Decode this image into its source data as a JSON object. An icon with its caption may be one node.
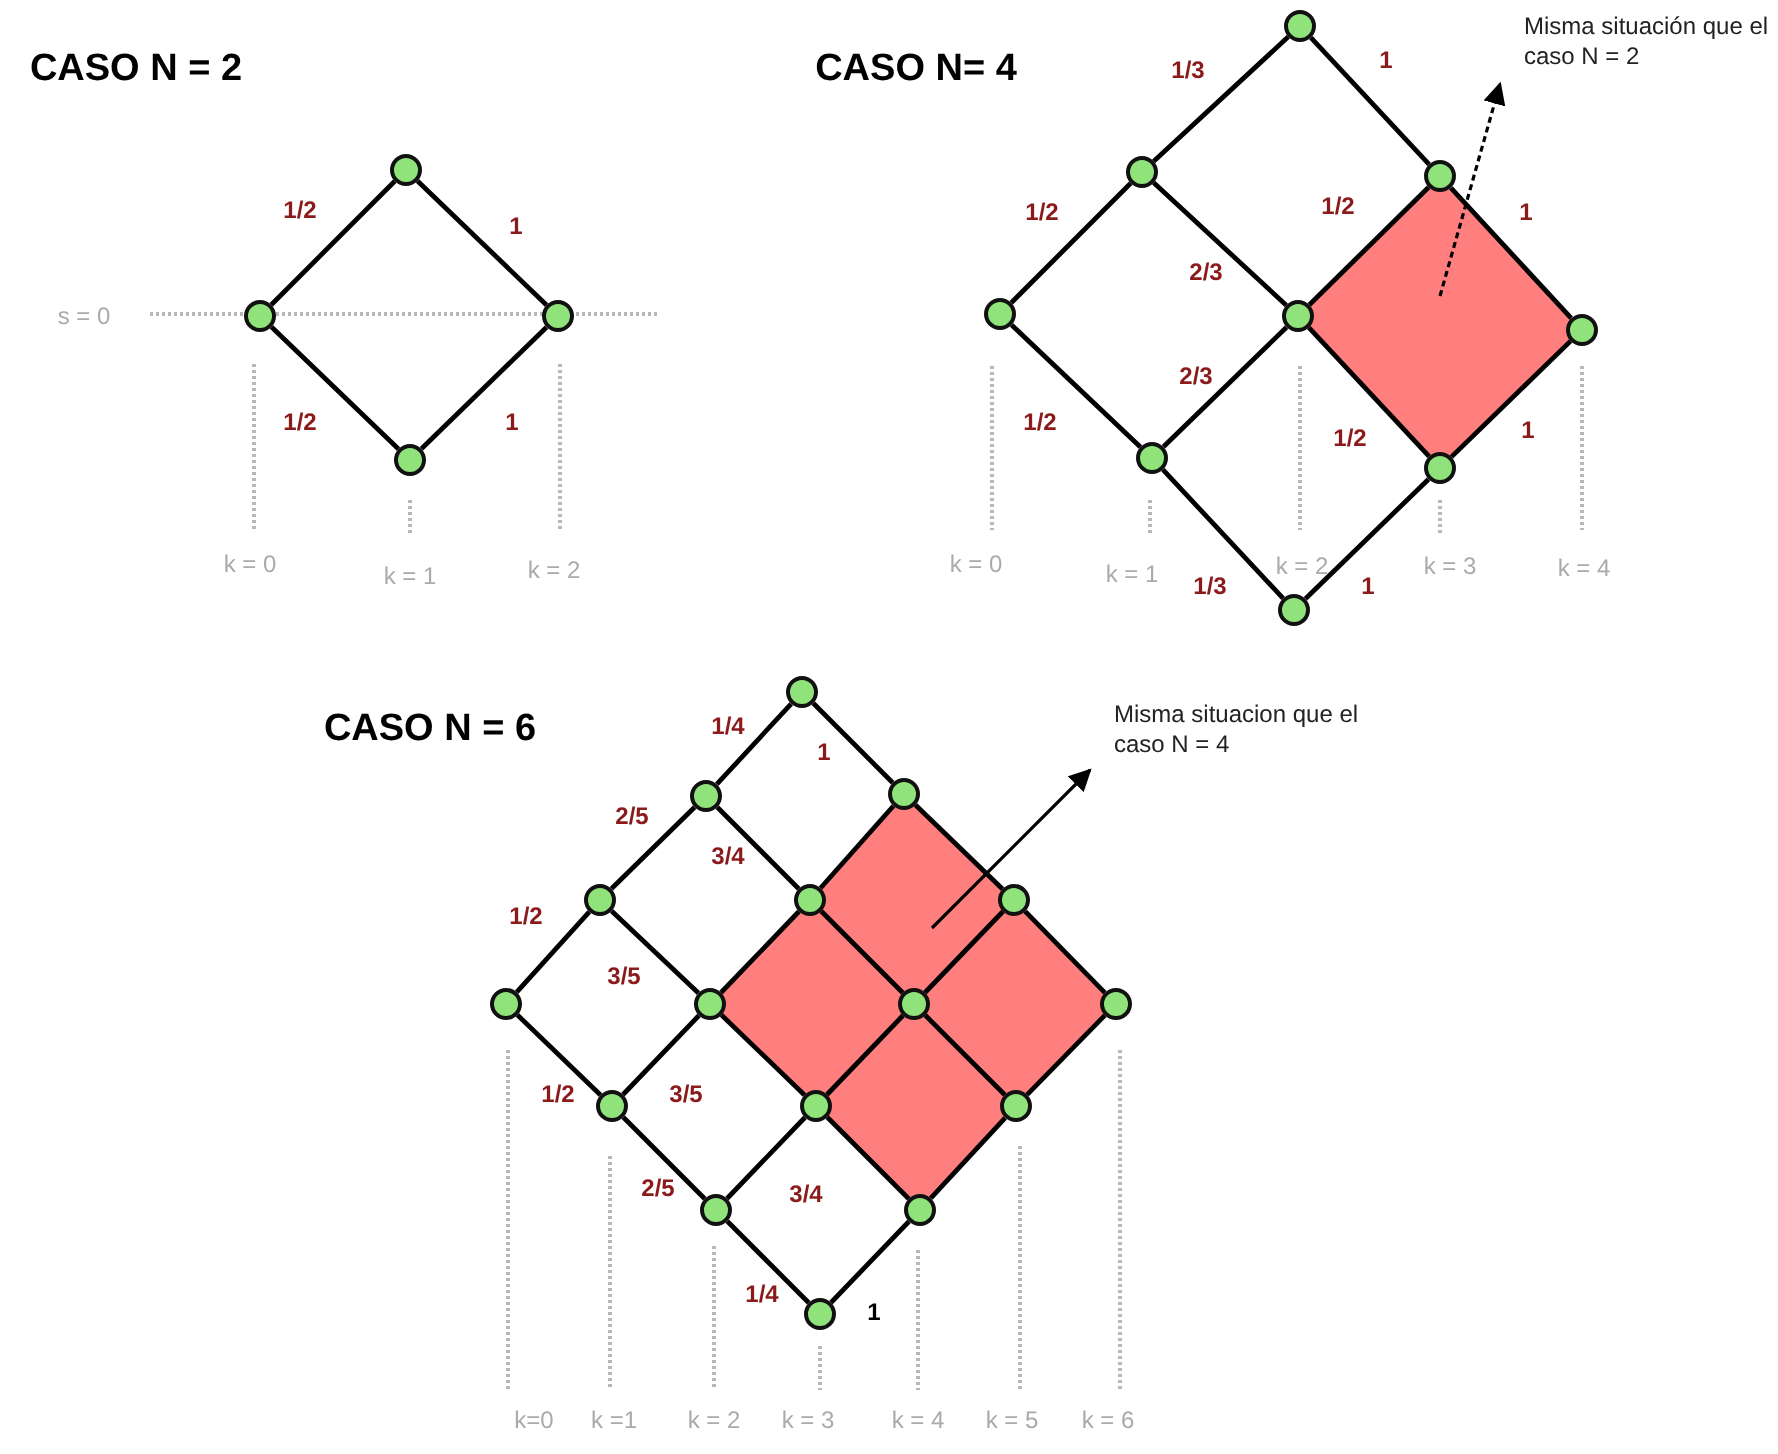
{
  "diagram": {
    "nodes": [
      {
        "text": [],
        "shape": "circle"
      },
      {
        "text": [],
        "shape": "circle"
      },
      {
        "text": [],
        "shape": "circle"
      },
      {
        "text": [],
        "shape": "circle"
      },
      {
        "text": [],
        "shape": "circle"
      },
      {
        "text": [],
        "shape": "circle"
      },
      {
        "text": [],
        "shape": "circle"
      },
      {
        "text": [],
        "shape": "circle"
      },
      {
        "text": [],
        "shape": "circle"
      },
      {
        "text": [],
        "shape": "circle"
      },
      {
        "text": [],
        "shape": "circle"
      },
      {
        "text": [],
        "shape": "circle"
      },
      {
        "text": [],
        "shape": "circle"
      },
      {
        "text": [
          "Misma situación que el caso N = 2"
        ]
      },
      {
        "text": [],
        "shape": "circle"
      },
      {
        "text": [],
        "shape": "circle"
      },
      {
        "text": [],
        "shape": "circle"
      },
      {
        "text": [],
        "shape": "circle"
      },
      {
        "text": [],
        "shape": "circle"
      },
      {
        "text": [],
        "shape": "circle"
      },
      {
        "text": [],
        "shape": "circle"
      },
      {
        "text": [],
        "shape": "circle"
      },
      {
        "text": [],
        "shape": "circle"
      },
      {
        "text": [],
        "shape": "circle"
      },
      {
        "text": [],
        "shape": "circle"
      },
      {
        "text": [],
        "shape": "circle"
      },
      {
        "text": [],
        "shape": "circle"
      },
      {
        "text": [],
        "shape": "circle"
      },
      {
        "text": [],
        "shape": "circle"
      },
      {
        "text": [],
        "shape": "circle"
      },
      {
        "text": [
          "Misma situacion que el caso N = 4"
        ]
      }
    ],
    "edges": [
      {
        "from": 0,
        "to": 1,
        "arrow": "none"
      },
      {
        "from": 0,
        "to": 2,
        "arrow": "none"
      },
      {
        "from": 1,
        "to": 3,
        "arrow": "none"
      },
      {
        "from": 2,
        "to": 3,
        "arrow": "none"
      },
      {
        "from": 4,
        "to": 5,
        "arrow": "none"
      },
      {
        "from": 4,
        "to": 6,
        "arrow": "none"
      },
      {
        "from": 5,
        "to": 7,
        "arrow": "none"
      },
      {
        "from": 5,
        "to": 8,
        "arrow": "none"
      },
      {
        "from": 6,
        "to": 8,
        "arrow": "none"
      },
      {
        "from": 6,
        "to": 9,
        "arrow": "none"
      },
      {
        "from": 7,
        "to": 10,
        "arrow": "none"
      },
      {
        "from": 8,
        "to": 10,
        "arrow": "none"
      },
      {
        "from": 8,
        "to": 11,
        "arrow": "none"
      },
      {
        "from": 9,
        "to": 11,
        "arrow": "none"
      },
      {
        "from": 10,
        "to": 12,
        "arrow": "none"
      },
      {
        "from": 11,
        "to": 12,
        "arrow": "none"
      },
      {
        "from": null,
        "to": 13,
        "arrow": "to",
        "style": "dashed"
      },
      {
        "from": 14,
        "to": 15,
        "arrow": "none"
      },
      {
        "from": 14,
        "to": 16,
        "arrow": "none"
      },
      {
        "from": 15,
        "to": 17,
        "arrow": "none"
      },
      {
        "from": 15,
        "to": 18,
        "arrow": "none"
      },
      {
        "from": 16,
        "to": 18,
        "arrow": "none"
      },
      {
        "from": 16,
        "to": 19,
        "arrow": "none"
      },
      {
        "from": 17,
        "to": 20,
        "arrow": "none"
      },
      {
        "from": 17,
        "to": 21,
        "arrow": "none"
      },
      {
        "from": 18,
        "to": 21,
        "arrow": "none"
      },
      {
        "from": 18,
        "to": 22,
        "arrow": "none"
      },
      {
        "from": 19,
        "to": 22,
        "arrow": "none"
      },
      {
        "from": 19,
        "to": 23,
        "arrow": "none"
      },
      {
        "from": 20,
        "to": 24,
        "arrow": "none"
      },
      {
        "from": 21,
        "to": 24,
        "arrow": "none"
      },
      {
        "from": 21,
        "to": 25,
        "arrow": "none"
      },
      {
        "from": 22,
        "to": 25,
        "arrow": "none"
      },
      {
        "from": 22,
        "to": 26,
        "arrow": "none"
      },
      {
        "from": 23,
        "to": 26,
        "arrow": "none"
      },
      {
        "from": 24,
        "to": 27,
        "arrow": "none"
      },
      {
        "from": 25,
        "to": 27,
        "arrow": "none"
      },
      {
        "from": 25,
        "to": 28,
        "arrow": "none"
      },
      {
        "from": 26,
        "to": 28,
        "arrow": "none"
      },
      {
        "from": 27,
        "to": 29,
        "arrow": "none"
      },
      {
        "from": 28,
        "to": 29,
        "arrow": "none"
      },
      {
        "from": null,
        "to": 30,
        "arrow": "to"
      }
    ],
    "labels": [
      "CASO N = 2",
      "CASO N= 4",
      "1/3",
      "1",
      "1/2",
      "1",
      "1/2",
      "1/2",
      "1",
      "2/3",
      "s = 0",
      "2/3",
      "1/2",
      "1",
      "1/2",
      "1/2",
      "1",
      "k = 0",
      "k = 1",
      "k = 2",
      "k = 0",
      "k = 1",
      "k = 2",
      "k = 3",
      "k = 4",
      "1/3",
      "1",
      "CASO N = 6",
      "1/4",
      "1",
      "2/5",
      "3/4",
      "1/2",
      "3/5",
      "1/2",
      "3/5",
      "2/5",
      "3/4",
      "1/4",
      "1",
      "k=0",
      "k =1",
      "k = 2",
      "k = 3",
      "k = 4",
      "k = 5",
      "k = 6"
    ]
  }
}
